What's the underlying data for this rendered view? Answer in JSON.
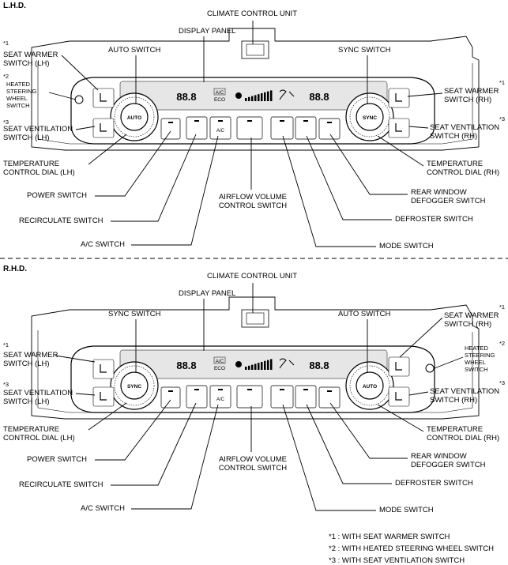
{
  "sections": {
    "lhd": "L.H.D.",
    "rhd": "R.H.D."
  },
  "labels": {
    "climate_control_unit": "CLIMATE CONTROL UNIT",
    "display_panel": "DISPLAY PANEL",
    "auto_switch": "AUTO SWITCH",
    "sync_switch": "SYNC SWITCH",
    "seat_warmer_lh": "SEAT WARMER\nSWITCH (LH)",
    "seat_warmer_rh": "SEAT WARMER\nSWITCH (RH)",
    "heated_steering": "HEATED\nSTEERING\nWHEEL\nSWITCH",
    "seat_ventilation_lh": "SEAT VENTILATION\nSWITCH (LH)",
    "seat_ventilation_rh": "SEAT VENTILATION\nSWITCH (RH)",
    "temp_dial_lh": "TEMPERATURE\nCONTROL DIAL (LH)",
    "temp_dial_rh": "TEMPERATURE\nCONTROL DIAL (RH)",
    "power_switch": "POWER SWITCH",
    "recirculate_switch": "RECIRCULATE SWITCH",
    "ac_switch": "A/C SWITCH",
    "airflow_switch": "AIRFLOW VOLUME\nCONTROL SWITCH",
    "rear_defogger": "REAR WINDOW\nDEFOGGER SWITCH",
    "defroster_switch": "DEFROSTER SWITCH",
    "mode_switch": "MODE SWITCH",
    "mark1": "*1",
    "mark2": "*2",
    "mark3": "*3"
  },
  "panel": {
    "temp_left": "88.8",
    "temp_right": "88.8",
    "ac_eco_top": "A/C",
    "ac_eco_bottom": "ECO",
    "ac_button": "A/C",
    "auto_knob": "AUTO",
    "sync_knob": "SYNC"
  },
  "notes": [
    "*1 : WITH SEAT WARMER SWITCH",
    "*2 : WITH HEATED STEERING WHEEL SWITCH",
    "*3 : WITH SEAT VENTILATION SWITCH"
  ]
}
